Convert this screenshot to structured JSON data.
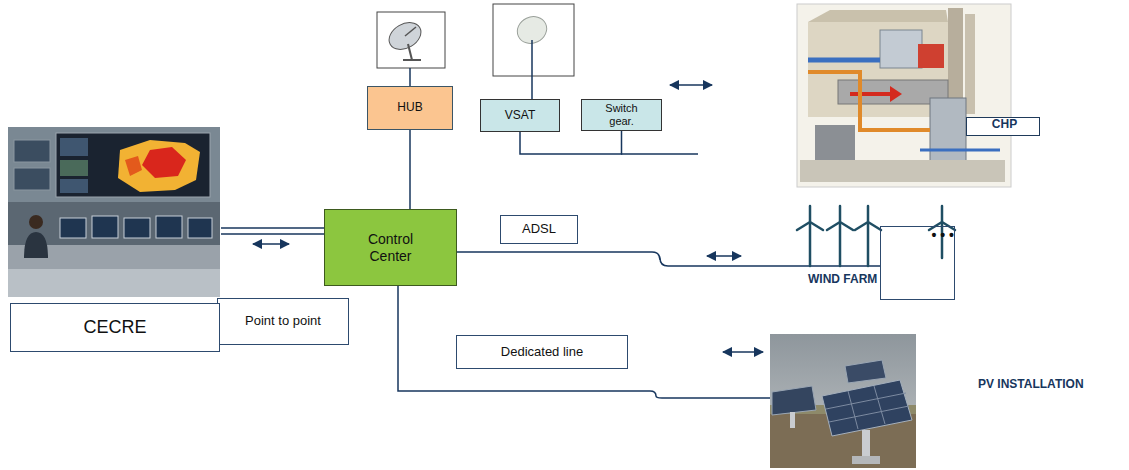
{
  "diagram": {
    "nodes": [
      {
        "text": [
          "HUB"
        ]
      },
      {
        "text": [
          "VSAT"
        ]
      },
      {
        "text": [
          "Switch gear."
        ]
      },
      {
        "text": [
          "CHP"
        ]
      },
      {
        "text": [
          "Control Center"
        ]
      },
      {
        "text": [
          "ADSL"
        ]
      },
      {
        "text": [
          "• • •"
        ]
      },
      {
        "text": [
          "Point to point"
        ]
      },
      {
        "text": [
          "CECRE"
        ]
      },
      {
        "text": [
          "Dedicated line"
        ]
      }
    ],
    "edges": [
      {
        "from": 4,
        "to": 0,
        "arrow": "none"
      },
      {
        "from": 1,
        "to": 2,
        "arrow": "none"
      }
    ],
    "labels": [
      "WIND FARM",
      "PV INSTALLATION"
    ]
  }
}
